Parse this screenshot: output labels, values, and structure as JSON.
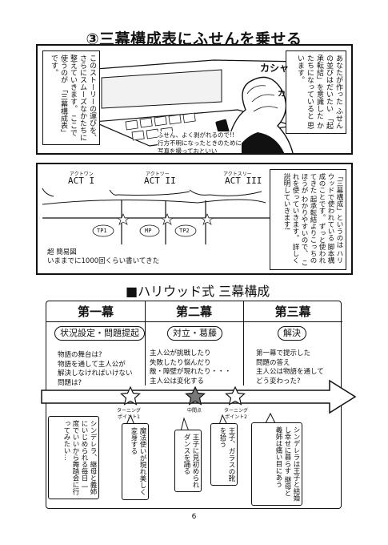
{
  "page": {
    "title": "③三幕構成表にふせんを乗せる",
    "page_number": "6"
  },
  "panel1": {
    "right_box": "あなたが作った\nふせんの並びはだいたい\n「起承転結」を意識した\nかたちになっていると\n思います。",
    "left_box": "このストーリーの運びを、\nさらにスムーズなかたちに\n整えていきます。\nここで使うのが\n「三幕構成表」です。",
    "sfx_1": "カシャ",
    "sfx_2": "カ",
    "caption": "ふせん、よく剥がれるので!!\n行方不明になったときのために\n写真を撮っておといい"
  },
  "panel2": {
    "act_labels": [
      "ACT I",
      "ACT II",
      "ACT III"
    ],
    "act_furigana": [
      "アクトワン",
      "アクトツー",
      "アクトスリー"
    ],
    "markers": [
      "TP1",
      "MP",
      "TP2"
    ],
    "caption": "超 簡易図\nいままでに1000回くらい書いてきた",
    "right_box": "「三幕構成」というのは\nハリウッドで使われている\n脚本構成のことです。\nずっと使われてきた\n起承転結よりこっちのほうが\nわかりやすいので、\nこれを使っていきます。\n詳しく説明していきます!"
  },
  "section_heading": "■ハリウッド式 三幕構成",
  "chart": {
    "columns": [
      {
        "head": "第一幕",
        "label": "状況設定・問題提起",
        "text": "物語の舞台は?\n物語を通して主人公が\n解決しなければいけない\n問題は?"
      },
      {
        "head": "第二幕",
        "label": "対立・葛藤",
        "text": "主人公が挑戦したり\n失敗したり悩んだり\n敵・障壁が現れたり・・・\n主人公は変化する"
      },
      {
        "head": "第三幕",
        "label": "解決",
        "text": "第一幕で提示した\n問題の答え\n主人公は物語を通して\nどう変わった?"
      }
    ],
    "points": [
      {
        "label": "ターニング\nポイント1"
      },
      {
        "label": "中間点"
      },
      {
        "label": "ターニング\nポイント2"
      }
    ],
    "notes": [
      "シンデレラ、継母と義姉にいじめられる毎日 一度でいいから舞踏会に行ってみたい…",
      "魔法使いが現れ美しく変身する",
      "王子に見初められダンスを踊る",
      "王子、ガラスの靴を拾う",
      "シンデレラは王子と結婚し幸せに暮らす 継母と義姉は痛い目にあう"
    ]
  }
}
